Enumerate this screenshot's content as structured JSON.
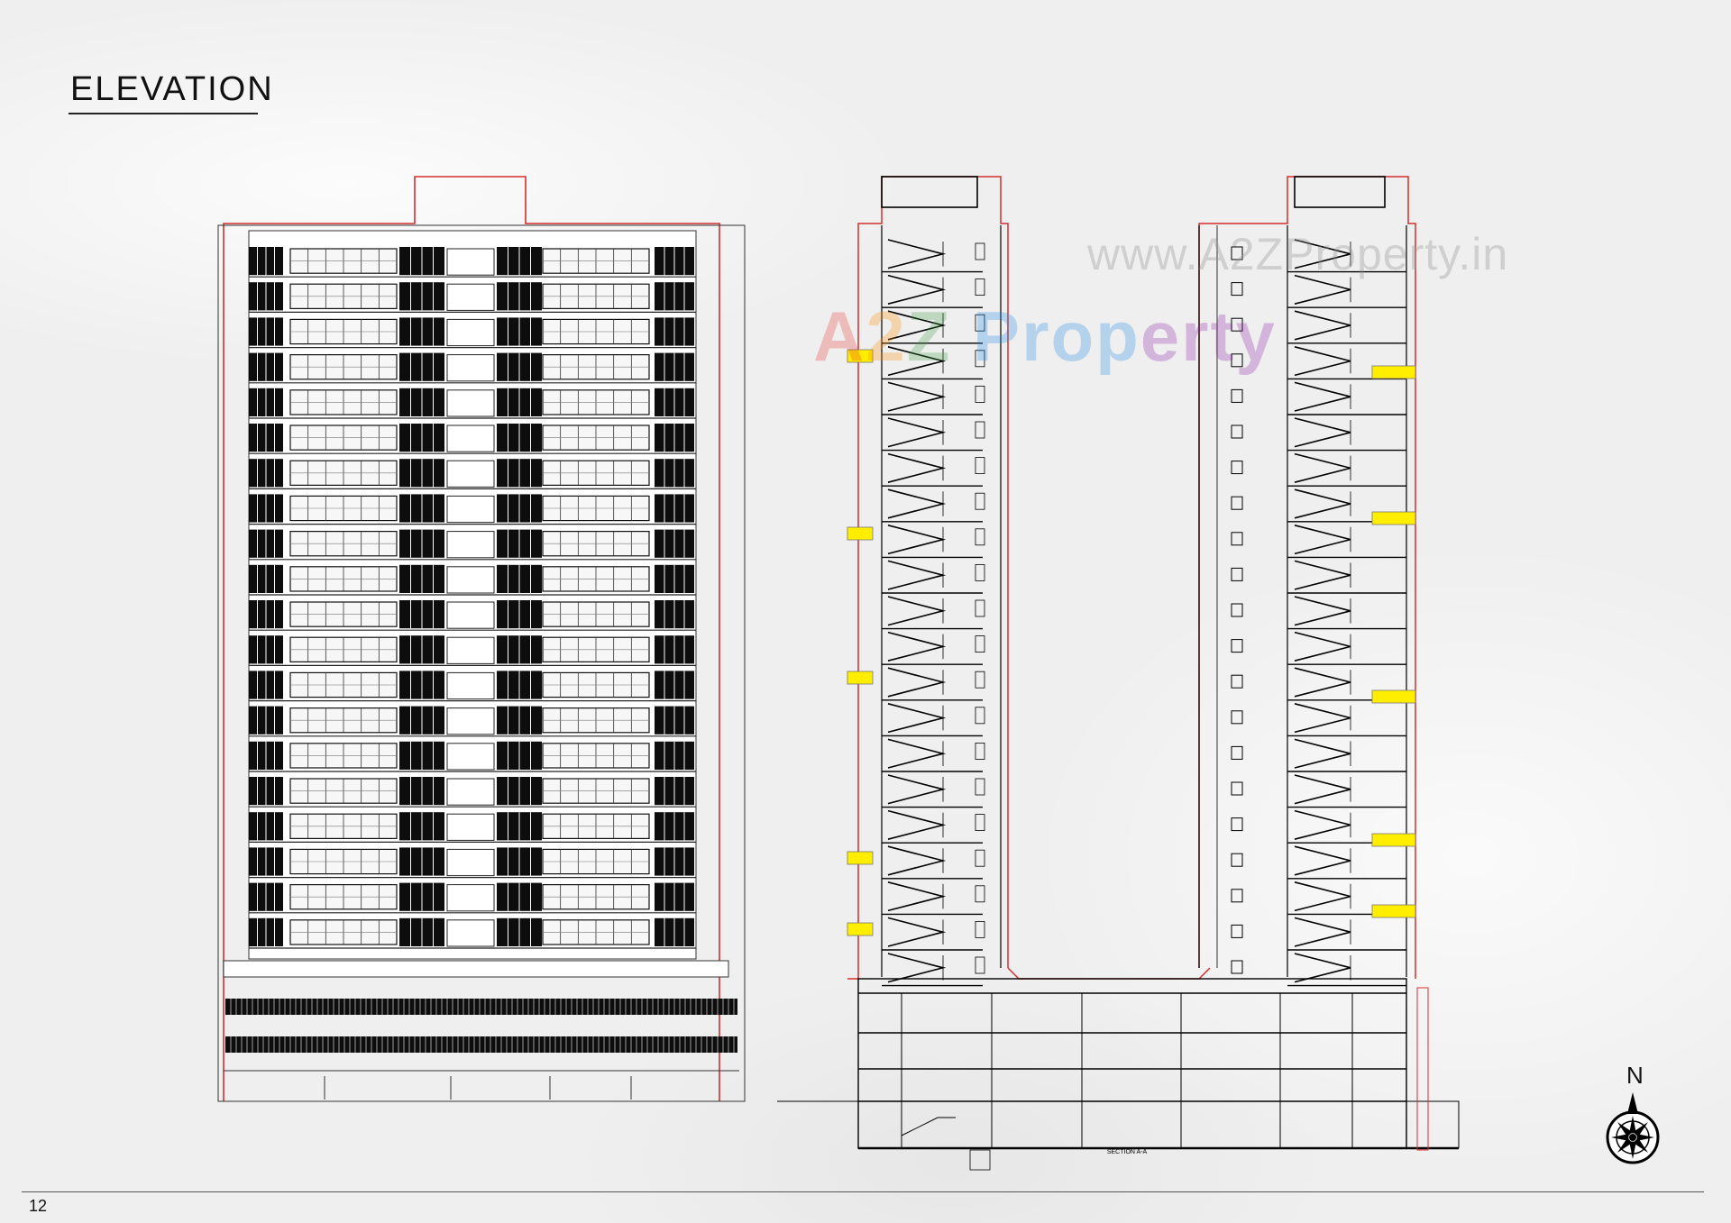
{
  "page": {
    "title": "ELEVATION",
    "page_number": "12"
  },
  "watermark": {
    "url": "www.A2ZProperty.in",
    "logo": "A2Z Property"
  },
  "compass": {
    "label": "N"
  },
  "drawings": {
    "section_label": "SECTION A-A",
    "colors": {
      "outline": "#d32f2f",
      "line": "#000000",
      "highlight": "#ffee00"
    }
  }
}
